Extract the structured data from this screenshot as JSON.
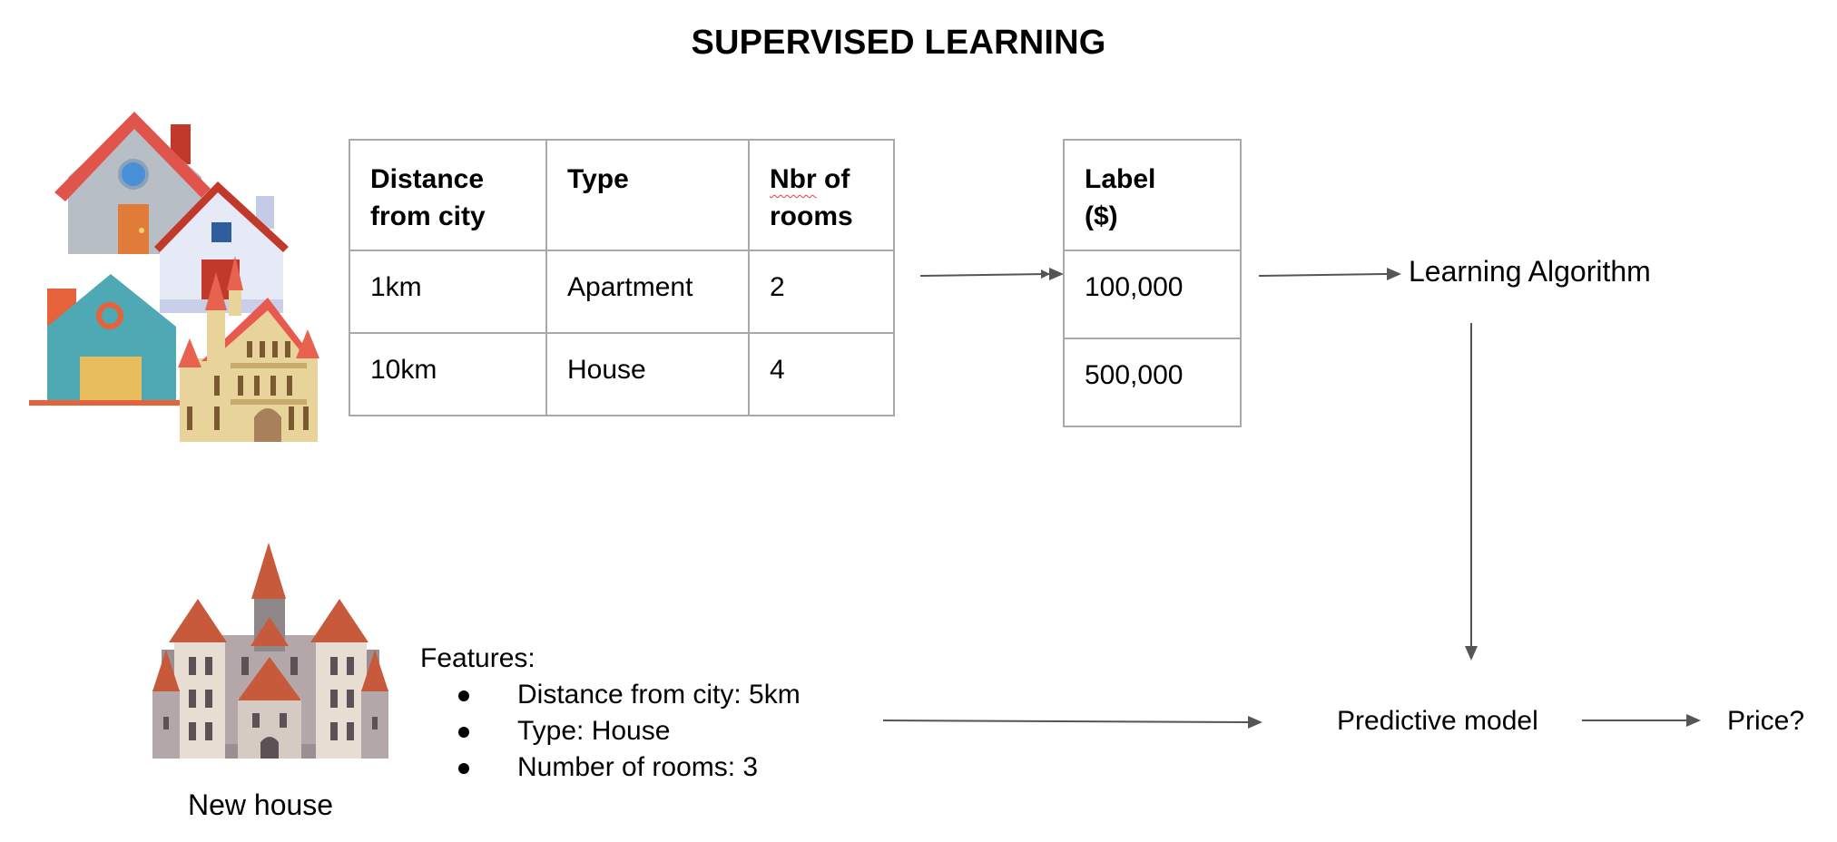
{
  "title": "SUPERVISED LEARNING",
  "features_table": {
    "headers": [
      "Distance\nfrom city",
      "Type",
      "Nbr of\nrooms"
    ],
    "rows": [
      [
        "1km",
        "Apartment",
        "2"
      ],
      [
        "10km",
        "House",
        "4"
      ]
    ]
  },
  "label_table": {
    "header": "Label\n($)",
    "rows": [
      "100,000",
      "500,000"
    ]
  },
  "learning_algorithm": "Learning Algorithm",
  "new_house": {
    "caption": "New house",
    "features_heading": "Features:",
    "features": [
      "Distance from city: 5km",
      "Type: House",
      "Number of rooms: 3"
    ]
  },
  "predictive_model": "Predictive model",
  "output": "Price?",
  "icons": {
    "houses_group": "houses-illustration-icon",
    "new_house": "castle-illustration-icon"
  },
  "colors": {
    "roof_red": "#e0544b",
    "wall_grey": "#b7bec6",
    "teal": "#4fa9b4",
    "castle_beige": "#e8d49a",
    "castle_roof": "#c85a3c",
    "arrow": "#555555",
    "table_border": "#a9a9a9"
  }
}
